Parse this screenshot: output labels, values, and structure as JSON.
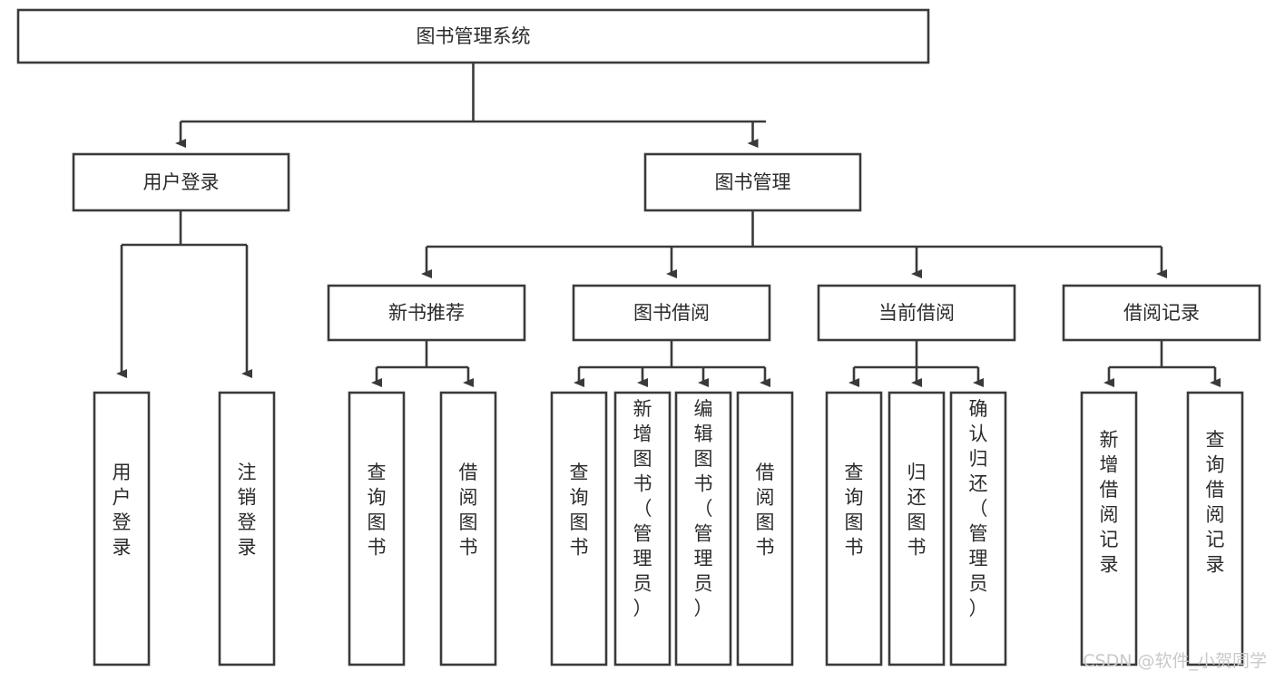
{
  "diagram": {
    "title": "图书管理系统",
    "type": "hierarchy-tree",
    "root": {
      "id": "root",
      "label": "图书管理系统",
      "orientation": "horizontal"
    },
    "level2": [
      {
        "id": "user-login",
        "label": "用户登录",
        "orientation": "horizontal"
      },
      {
        "id": "book-manage",
        "label": "图书管理",
        "orientation": "horizontal"
      }
    ],
    "level3": [
      {
        "id": "new-book-recommend",
        "label": "新书推荐",
        "orientation": "horizontal",
        "parent": "book-manage"
      },
      {
        "id": "book-borrow",
        "label": "图书借阅",
        "orientation": "horizontal",
        "parent": "book-manage"
      },
      {
        "id": "current-borrow",
        "label": "当前借阅",
        "orientation": "horizontal",
        "parent": "book-manage"
      },
      {
        "id": "borrow-record",
        "label": "借阅记录",
        "orientation": "horizontal",
        "parent": "book-manage"
      }
    ],
    "leaves": [
      {
        "id": "leaf-user-login",
        "label": "用户登录",
        "orientation": "vertical",
        "parent": "user-login"
      },
      {
        "id": "leaf-logout-login",
        "label": "注销登录",
        "orientation": "vertical",
        "parent": "user-login"
      },
      {
        "id": "leaf-query-book-1",
        "label": "查询图书",
        "orientation": "vertical",
        "parent": "new-book-recommend"
      },
      {
        "id": "leaf-borrow-book-1",
        "label": "借阅图书",
        "orientation": "vertical",
        "parent": "new-book-recommend"
      },
      {
        "id": "leaf-query-book-2",
        "label": "查询图书",
        "orientation": "vertical",
        "parent": "book-borrow"
      },
      {
        "id": "leaf-add-book",
        "label": "新增图书（管理员）",
        "orientation": "vertical",
        "parent": "book-borrow"
      },
      {
        "id": "leaf-edit-book",
        "label": "编辑图书（管理员）",
        "orientation": "vertical",
        "parent": "book-borrow"
      },
      {
        "id": "leaf-borrow-book-2",
        "label": "借阅图书",
        "orientation": "vertical",
        "parent": "book-borrow"
      },
      {
        "id": "leaf-query-book-3",
        "label": "查询图书",
        "orientation": "vertical",
        "parent": "current-borrow"
      },
      {
        "id": "leaf-return-book",
        "label": "归还图书",
        "orientation": "vertical",
        "parent": "current-borrow"
      },
      {
        "id": "leaf-confirm-return",
        "label": "确认归还（管理员）",
        "orientation": "vertical",
        "parent": "current-borrow"
      },
      {
        "id": "leaf-add-record",
        "label": "新增借阅记录",
        "orientation": "vertical",
        "parent": "borrow-record"
      },
      {
        "id": "leaf-query-record",
        "label": "查询借阅记录",
        "orientation": "vertical",
        "parent": "borrow-record"
      }
    ],
    "watermark": "CSDN @软件_小贺同学",
    "colors": {
      "stroke": "#3a3a3a",
      "fill": "#ffffff",
      "text": "#2b2b2b",
      "watermark": "#c9c9c9",
      "background": "#ffffff"
    }
  }
}
